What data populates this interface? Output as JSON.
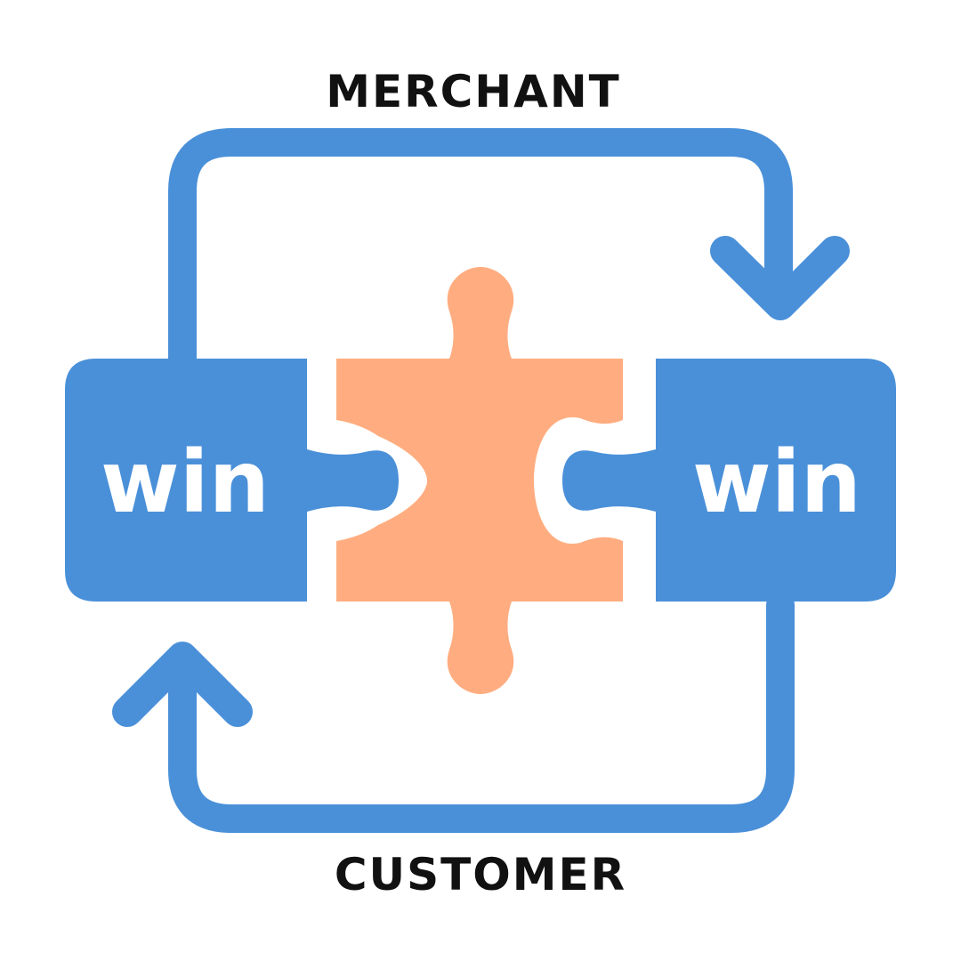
{
  "labels": {
    "top": "MERCHANT",
    "bottom": "CUSTOMER"
  },
  "pieces": {
    "left_text": "win",
    "right_text": "win"
  },
  "colors": {
    "primary_blue": "#4A90D9",
    "accent_orange": "#FFAD80",
    "text_dark": "#111111",
    "text_light": "#FFFFFF",
    "background": "#FFFFFF"
  },
  "icons": {
    "top_arrow": "arrow-down-icon",
    "bottom_arrow": "arrow-up-icon",
    "center_piece": "puzzle-piece-icon"
  }
}
